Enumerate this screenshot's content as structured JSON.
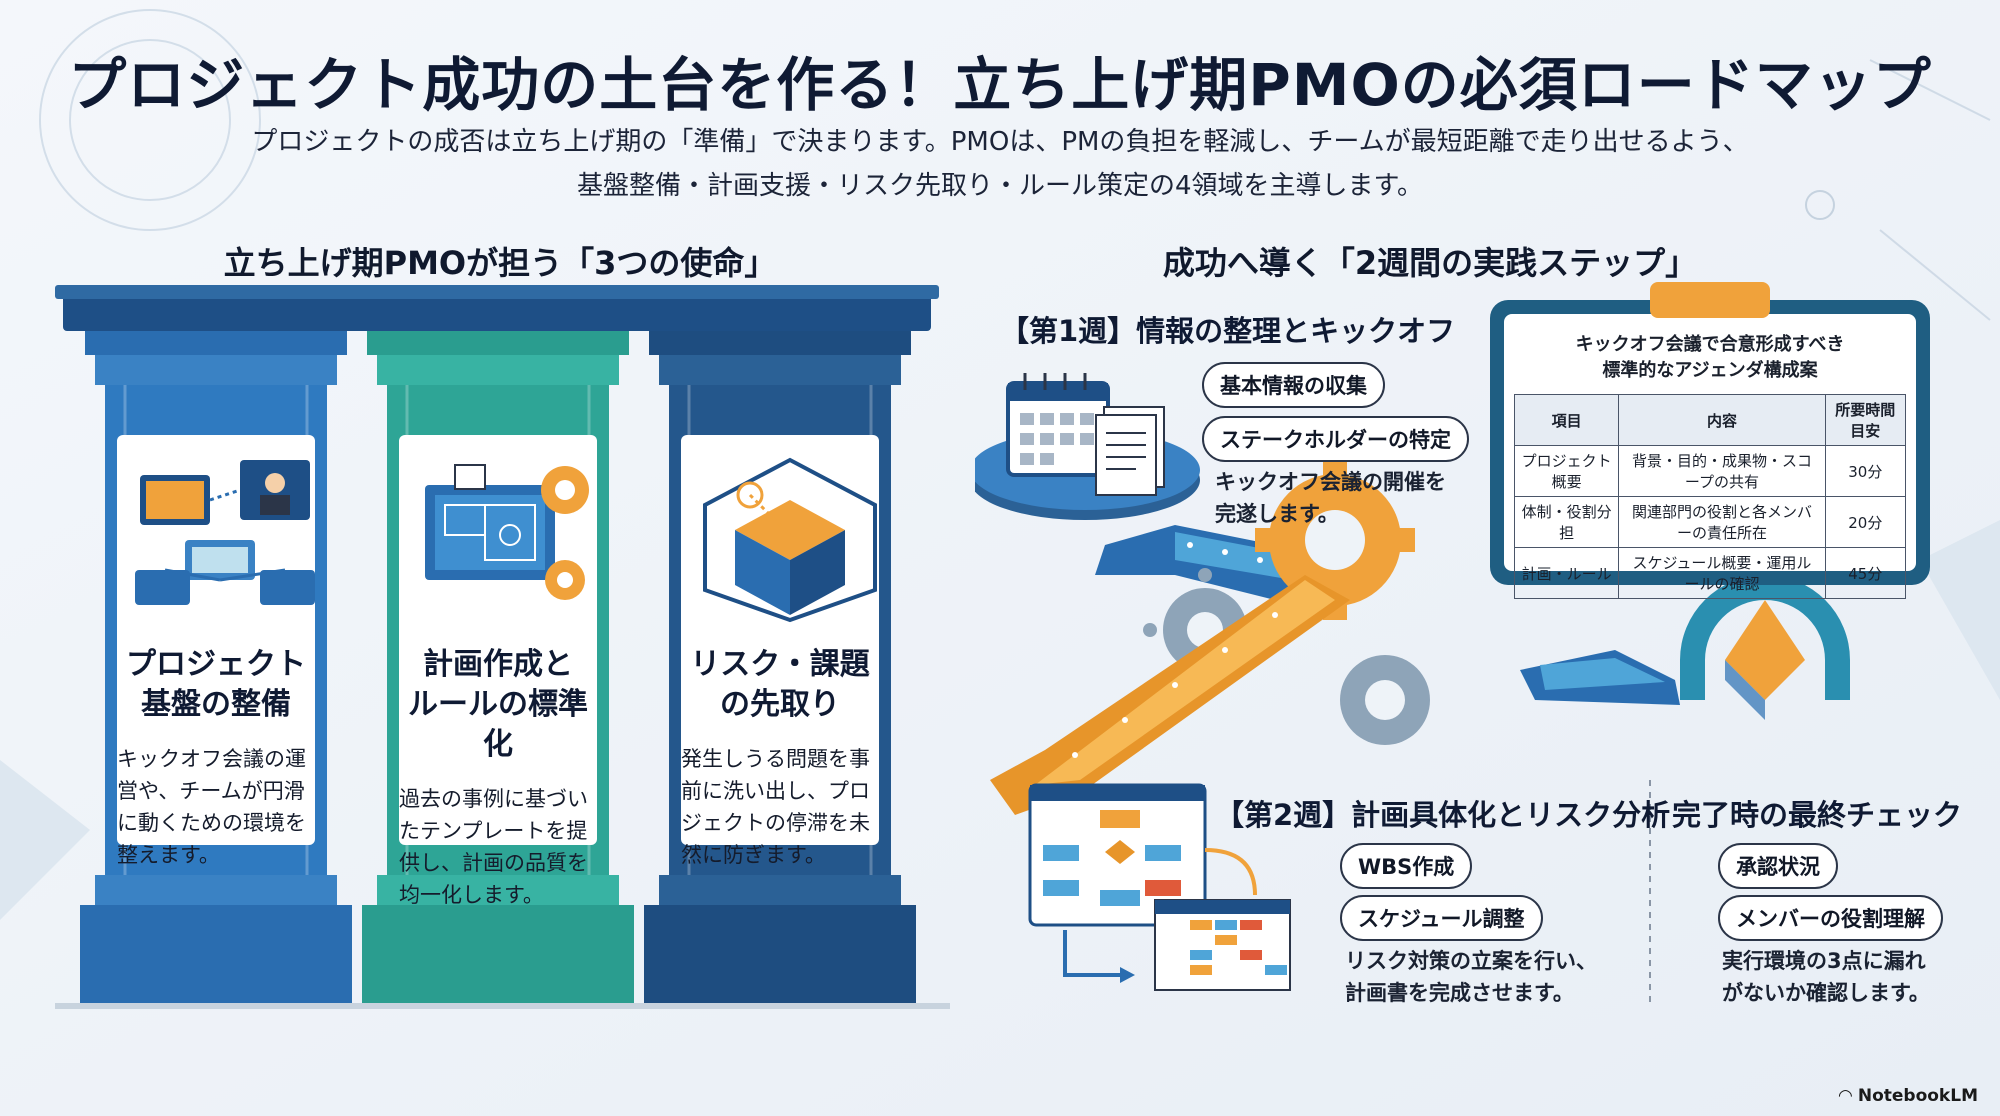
{
  "header": {
    "title": "プロジェクト成功の土台を作る！立ち上げ期PMOの必須ロードマップ",
    "subtitle_line1": "プロジェクトの成否は立ち上げ期の「準備」で決まります。PMOは、PMの負担を軽減し、チームが最短距離で走り出せるよう、",
    "subtitle_line2": "基盤整備・計画支援・リスク先取り・ルール策定の4領域を主導します。"
  },
  "missions": {
    "heading": "立ち上げ期PMOが担う「3つの使命」",
    "pillars": [
      {
        "title_line1": "プロジェクト",
        "title_line2": "基盤の整備",
        "desc": "キックオフ会議の運営や、チームが円滑に動くための環境を整えます。",
        "icon": "devices-network-icon"
      },
      {
        "title_line1": "計画作成と",
        "title_line2": "ルールの標準化",
        "desc": "過去の事例に基づいたテンプレートを提供し、計画の品質を均一化します。",
        "icon": "blueprint-gear-icon"
      },
      {
        "title_line1": "リスク・課題",
        "title_line2": "の先取り",
        "desc": "発生しうる問題を事前に洗い出し、プロジェクトの停滞を未然に防ぎます。",
        "icon": "isometric-cube-icon"
      }
    ]
  },
  "steps": {
    "heading": "成功へ導く「2週間の実践ステップ」",
    "week1": {
      "title": "【第1週】情報の整理とキックオフ",
      "items": [
        "基本情報の収集",
        "ステークホルダーの特定"
      ],
      "note_line1": "キックオフ会議の開催を",
      "note_line2": "完遂します。"
    },
    "week2": {
      "title": "【第2週】計画具体化とリスク分析",
      "items": [
        "WBS作成",
        "スケジュール調整"
      ],
      "note_line1": "リスク対策の立案を行い、",
      "note_line2": "計画書を完成させます。"
    },
    "final": {
      "title": "完了時の最終チェック",
      "items": [
        "承認状況",
        "メンバーの役割理解"
      ],
      "note_line1": "実行環境の3点に漏れ",
      "note_line2": "がないか確認します。"
    }
  },
  "agenda_board": {
    "title_line1": "キックオフ会議で合意形成すべき",
    "title_line2": "標準的なアジェンダ構成案",
    "columns": [
      "項目",
      "内容",
      "所要時間目安"
    ],
    "rows": [
      [
        "プロジェクト概要",
        "背景・目的・成果物・スコープの共有",
        "30分"
      ],
      [
        "体制・役割分担",
        "関連部門の役割と各メンバーの責任所在",
        "20分"
      ],
      [
        "計画・ルール",
        "スケジュール概要・運用ルールの確認",
        "45分"
      ]
    ]
  },
  "footer": {
    "brand": "NotebookLM"
  },
  "colors": {
    "pillar1": "#2a6db0",
    "pillar2": "#2a9d8f",
    "pillar3": "#1e4d80",
    "accent_orange": "#f0a23b",
    "navy": "#0f1a33"
  }
}
